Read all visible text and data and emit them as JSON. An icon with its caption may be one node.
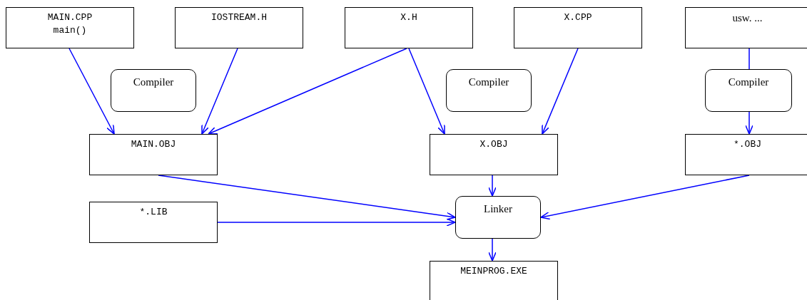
{
  "diagram": {
    "nodes": [
      {
        "text": [
          "MAIN.CPP",
          "main()"
        ]
      },
      {
        "text": [
          "IOSTREAM.H"
        ]
      },
      {
        "text": [
          "X.H"
        ]
      },
      {
        "text": [
          "X.CPP"
        ]
      },
      {
        "text": [
          "usw. ..."
        ]
      },
      {
        "text": [
          "Compiler"
        ]
      },
      {
        "text": [
          "Compiler"
        ]
      },
      {
        "text": [
          "Compiler"
        ]
      },
      {
        "text": [
          "MAIN.OBJ"
        ]
      },
      {
        "text": [
          "X.OBJ"
        ]
      },
      {
        "text": [
          "*.OBJ"
        ]
      },
      {
        "text": [
          "*.LIB"
        ]
      },
      {
        "text": [
          "Linker"
        ]
      },
      {
        "text": [
          "MEINPROG.EXE"
        ]
      }
    ],
    "edges": [
      {
        "from": 0,
        "to": 8,
        "arrow": "to"
      },
      {
        "from": 1,
        "to": 8,
        "arrow": "to"
      },
      {
        "from": 2,
        "to": 8,
        "arrow": "to"
      },
      {
        "from": 2,
        "to": 9,
        "arrow": "to"
      },
      {
        "from": 3,
        "to": 9,
        "arrow": "to"
      },
      {
        "from": 4,
        "to": 7,
        "arrow": "none"
      },
      {
        "from": 7,
        "to": 10,
        "arrow": "to"
      },
      {
        "from": 8,
        "to": 12,
        "arrow": "to"
      },
      {
        "from": 9,
        "to": 12,
        "arrow": "to"
      },
      {
        "from": 10,
        "to": 12,
        "arrow": "to"
      },
      {
        "from": 11,
        "to": 12,
        "arrow": "to"
      },
      {
        "from": 12,
        "to": 13,
        "arrow": "to"
      }
    ]
  }
}
